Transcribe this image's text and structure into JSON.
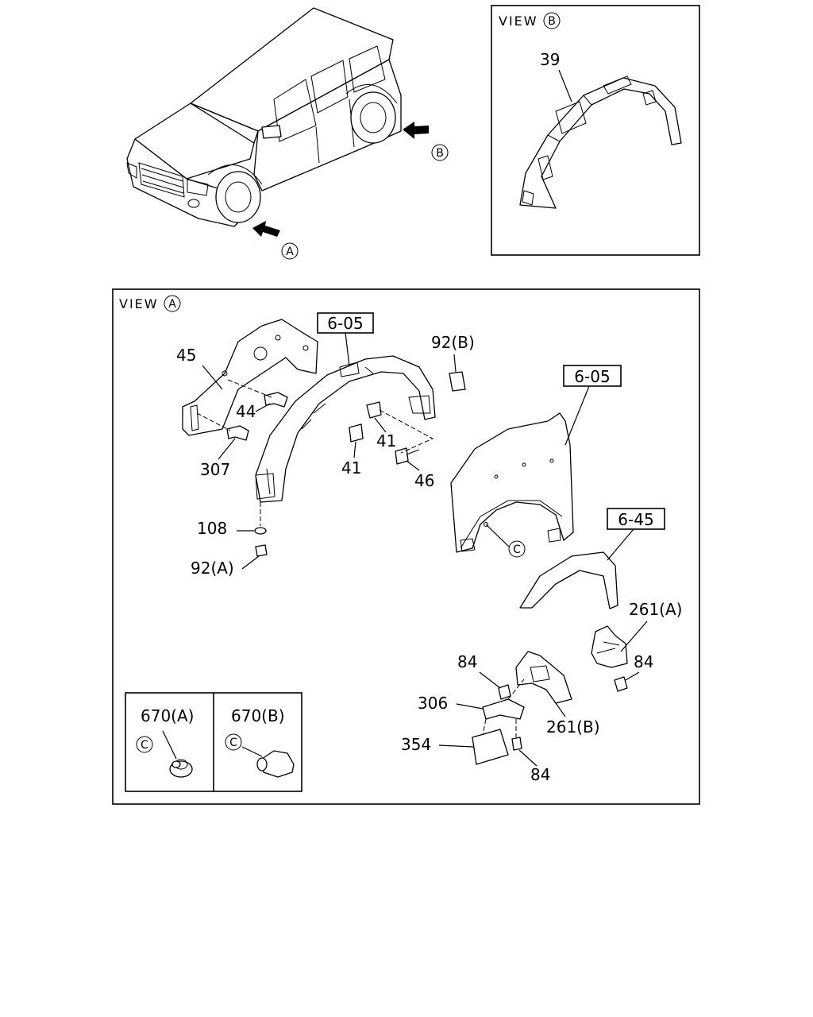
{
  "views": {
    "view_a_title": "VIEW",
    "view_a_marker": "A",
    "view_b_title": "VIEW",
    "view_b_marker": "B"
  },
  "markers": {
    "a": "A",
    "b": "B",
    "c": "C"
  },
  "ref_labels": {
    "ref_605_top": "6-05",
    "ref_605_fender": "6-05",
    "ref_645": "6-45"
  },
  "part_labels": {
    "p39": "39",
    "p45": "45",
    "p44": "44",
    "p307": "307",
    "p108": "108",
    "p92a": "92(A)",
    "p92b": "92(B)",
    "p41_a": "41",
    "p41_b": "41",
    "p46": "46",
    "p261a": "261(A)",
    "p261b": "261(B)",
    "p84_a": "84",
    "p84_b": "84",
    "p84_c": "84",
    "p306": "306",
    "p354": "354",
    "p670a": "670(A)",
    "p670b": "670(B)"
  }
}
